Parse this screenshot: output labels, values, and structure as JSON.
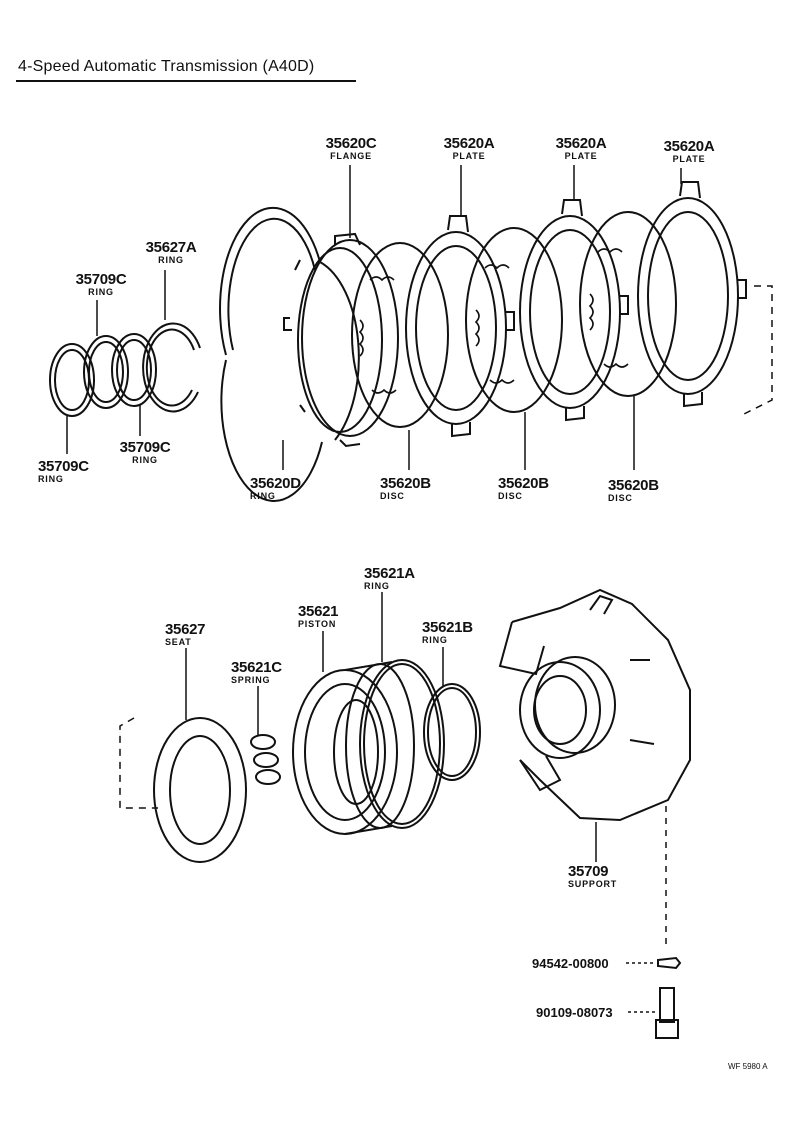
{
  "title": "4-Speed Automatic Transmission (A40D)",
  "parts": {
    "p35620C": {
      "number": "35620C",
      "name": "FLANGE"
    },
    "p35620A_1": {
      "number": "35620A",
      "name": "PLATE"
    },
    "p35620A_2": {
      "number": "35620A",
      "name": "PLATE"
    },
    "p35620A_3": {
      "number": "35620A",
      "name": "PLATE"
    },
    "p35627A": {
      "number": "35627A",
      "name": "RING"
    },
    "p35709C_1": {
      "number": "35709C",
      "name": "RING"
    },
    "p35709C_2": {
      "number": "35709C",
      "name": "RING"
    },
    "p35709C_3": {
      "number": "35709C",
      "name": "RING"
    },
    "p35620D": {
      "number": "35620D",
      "name": "RING"
    },
    "p35620B_1": {
      "number": "35620B",
      "name": "DISC"
    },
    "p35620B_2": {
      "number": "35620B",
      "name": "DISC"
    },
    "p35620B_3": {
      "number": "35620B",
      "name": "DISC"
    },
    "p35621A": {
      "number": "35621A",
      "name": "RING"
    },
    "p35621": {
      "number": "35621",
      "name": "PISTON"
    },
    "p35621B": {
      "number": "35621B",
      "name": "RING"
    },
    "p35627": {
      "number": "35627",
      "name": "SEAT"
    },
    "p35621C": {
      "number": "35621C",
      "name": "SPRING"
    },
    "p35709": {
      "number": "35709",
      "name": "SUPPORT"
    }
  },
  "fasteners": {
    "f1": "94542-00800",
    "f2": "90109-08073"
  },
  "drawing_code": "WF 5980 A"
}
